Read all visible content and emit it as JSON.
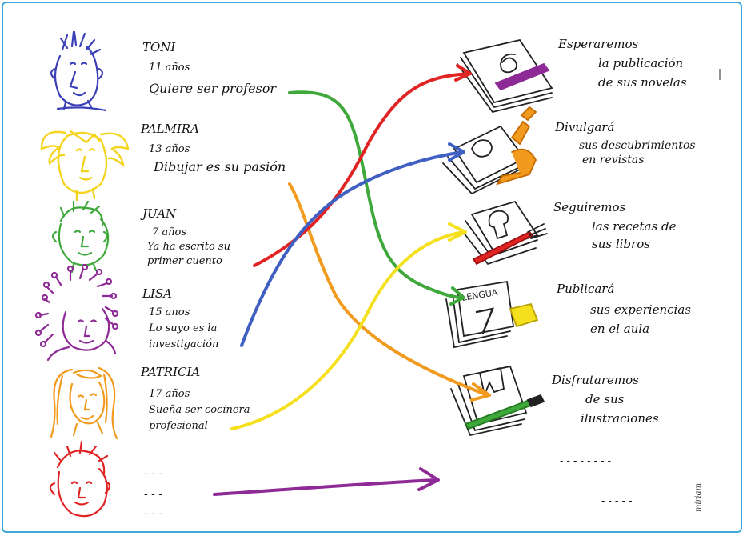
{
  "kids": [
    {
      "name": "TONI",
      "age": "11 años",
      "desc_lines": [
        "Quiere ser profesor"
      ],
      "color": "#3a3fb8"
    },
    {
      "name": "PALMIRA",
      "age": "13 años",
      "desc_lines": [
        "Dibujar es su pasión"
      ],
      "color": "#f4d31c"
    },
    {
      "name": "JUAN",
      "age": "7 años",
      "desc_lines": [
        "Ya ha escrito su",
        "primer cuento"
      ],
      "color": "#3fa83a"
    },
    {
      "name": "LISA",
      "age": "15 anos",
      "desc_lines": [
        "Lo suyo es la",
        "investigación"
      ],
      "color": "#8e2a96"
    },
    {
      "name": "PATRICIA",
      "age": "17 años",
      "desc_lines": [
        "Sueña ser cocinera",
        "profesional"
      ],
      "color": "#f29a1d"
    },
    {
      "name": "",
      "age": "",
      "desc_lines": [
        "- - -",
        "- - -",
        "- - -"
      ],
      "color": "#e02424"
    }
  ],
  "outcomes": [
    {
      "lines": [
        "Esperaremos",
        "la publicación",
        "de sus novelas"
      ]
    },
    {
      "lines": [
        "Divulgará",
        "sus descubrimientos",
        "en revistas"
      ]
    },
    {
      "lines": [
        "Seguiremos",
        "las recetas de",
        "sus libros"
      ]
    },
    {
      "lines": [
        "Publicará",
        "sus experiencias",
        "en el aula"
      ]
    },
    {
      "lines": [
        "Disfrutaremos",
        "de sus",
        "ilustraciones"
      ]
    },
    {
      "lines": [
        "- - - - - - - -",
        "- - - - - -",
        "- - - - -"
      ]
    }
  ],
  "book_label": "LENGUA",
  "signature": "miriam",
  "arrow_colors": {
    "red": "#e02424",
    "blue": "#3f5fc2",
    "yellow": "#f4e01c",
    "green": "#3fa83a",
    "orange": "#f29a1d",
    "purple": "#8e2a96"
  }
}
